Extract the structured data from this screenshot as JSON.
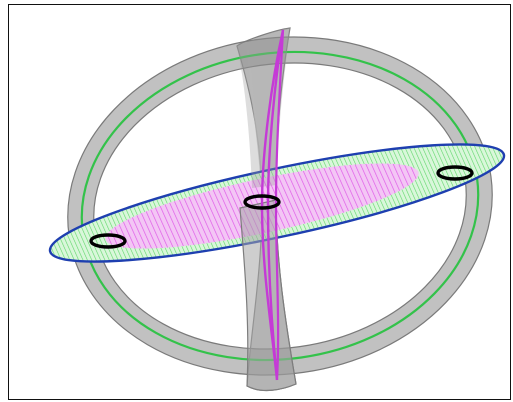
{
  "figure": {
    "frame_color": "#111111",
    "background": "#ffffff"
  },
  "components": [
    {
      "name": "gray-toroidal-ring",
      "color": "#9a9a9a"
    },
    {
      "name": "green-ring-midline",
      "color": "#33c24a"
    },
    {
      "name": "vertical-gray-hourglass-tube",
      "color": "#8c8c8c"
    },
    {
      "name": "magenta-vertical-loop",
      "color": "#c53ad6"
    },
    {
      "name": "tilted-blue-disk",
      "color": "#1e3fb0"
    },
    {
      "name": "magenta-disk-hatching",
      "color": "#e05ce8"
    },
    {
      "name": "green-disk-hatching",
      "color": "#5fd66a"
    },
    {
      "name": "black-circular-holes",
      "color": "#000000",
      "count": 3
    }
  ]
}
